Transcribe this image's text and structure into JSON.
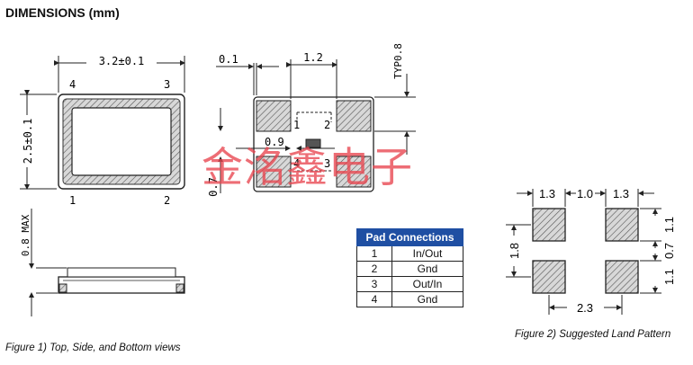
{
  "title": "DIMENSIONS (mm)",
  "top_view": {
    "width_label": "3.2±0.1",
    "height_label": "2.5±0.1",
    "corner_labels": [
      "4",
      "3",
      "1",
      "2"
    ]
  },
  "side_view": {
    "height_label": "0.8 MAX"
  },
  "bottom_view": {
    "label_left_gap": "0.1",
    "label_pad_width": "1.2",
    "label_typ": "TYP0.8",
    "label_pad_gap": "0.9",
    "label_side": "0.7",
    "pad_numbers": [
      "1",
      "2",
      "4",
      "3"
    ]
  },
  "pad_table": {
    "header": "Pad Connections",
    "rows": [
      {
        "pad": "1",
        "connection": "In/Out"
      },
      {
        "pad": "2",
        "connection": "Gnd"
      },
      {
        "pad": "3",
        "connection": "Out/In"
      },
      {
        "pad": "4",
        "connection": "Gnd"
      }
    ]
  },
  "land_pattern": {
    "top_labels": [
      "1.3",
      "1.0",
      "1.3"
    ],
    "right_labels": [
      "1.1",
      "0.7",
      "1.1"
    ],
    "left_label": "1.8",
    "bottom_label": "2.3"
  },
  "watermark": "金洺鑫电子",
  "captions": {
    "figure1": "Figure 1) Top, Side, and Bottom views",
    "figure2": "Figure 2) Suggested Land Pattern"
  }
}
